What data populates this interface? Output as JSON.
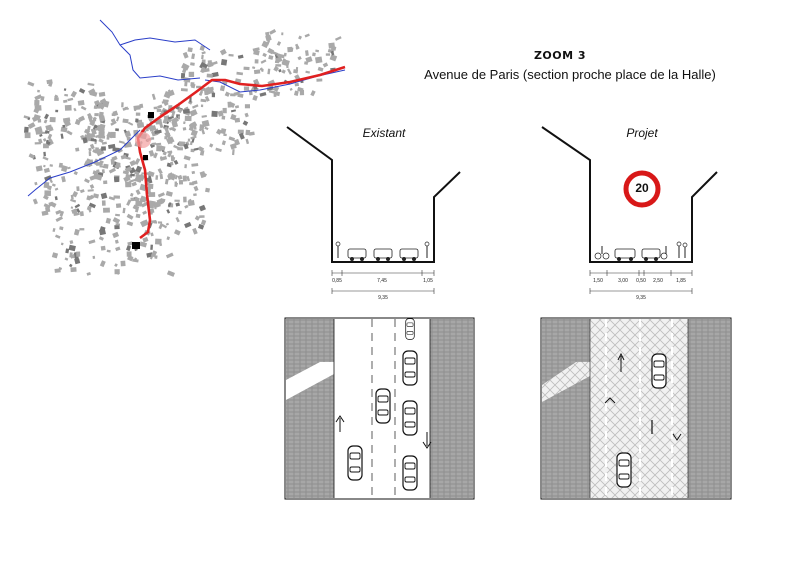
{
  "header": {
    "zoom_label": "ZOOM 3",
    "subtitle": "Avenue de Paris (section proche place de la Halle)"
  },
  "existing": {
    "label": "Existant",
    "widths": [
      "0,85",
      "7,45",
      "1,05"
    ],
    "total": "9,35"
  },
  "project": {
    "label": "Projet",
    "speed_sign": "20",
    "widths": [
      "1,50",
      "3,00",
      "0,50",
      "2,50",
      "1,85"
    ],
    "total": "9,35"
  },
  "colors": {
    "route": "#e02020",
    "river": "#2a3ec8",
    "sign_ring": "#d81818",
    "paving": "#9a9a9a",
    "hatch": "#bbbbbb"
  }
}
